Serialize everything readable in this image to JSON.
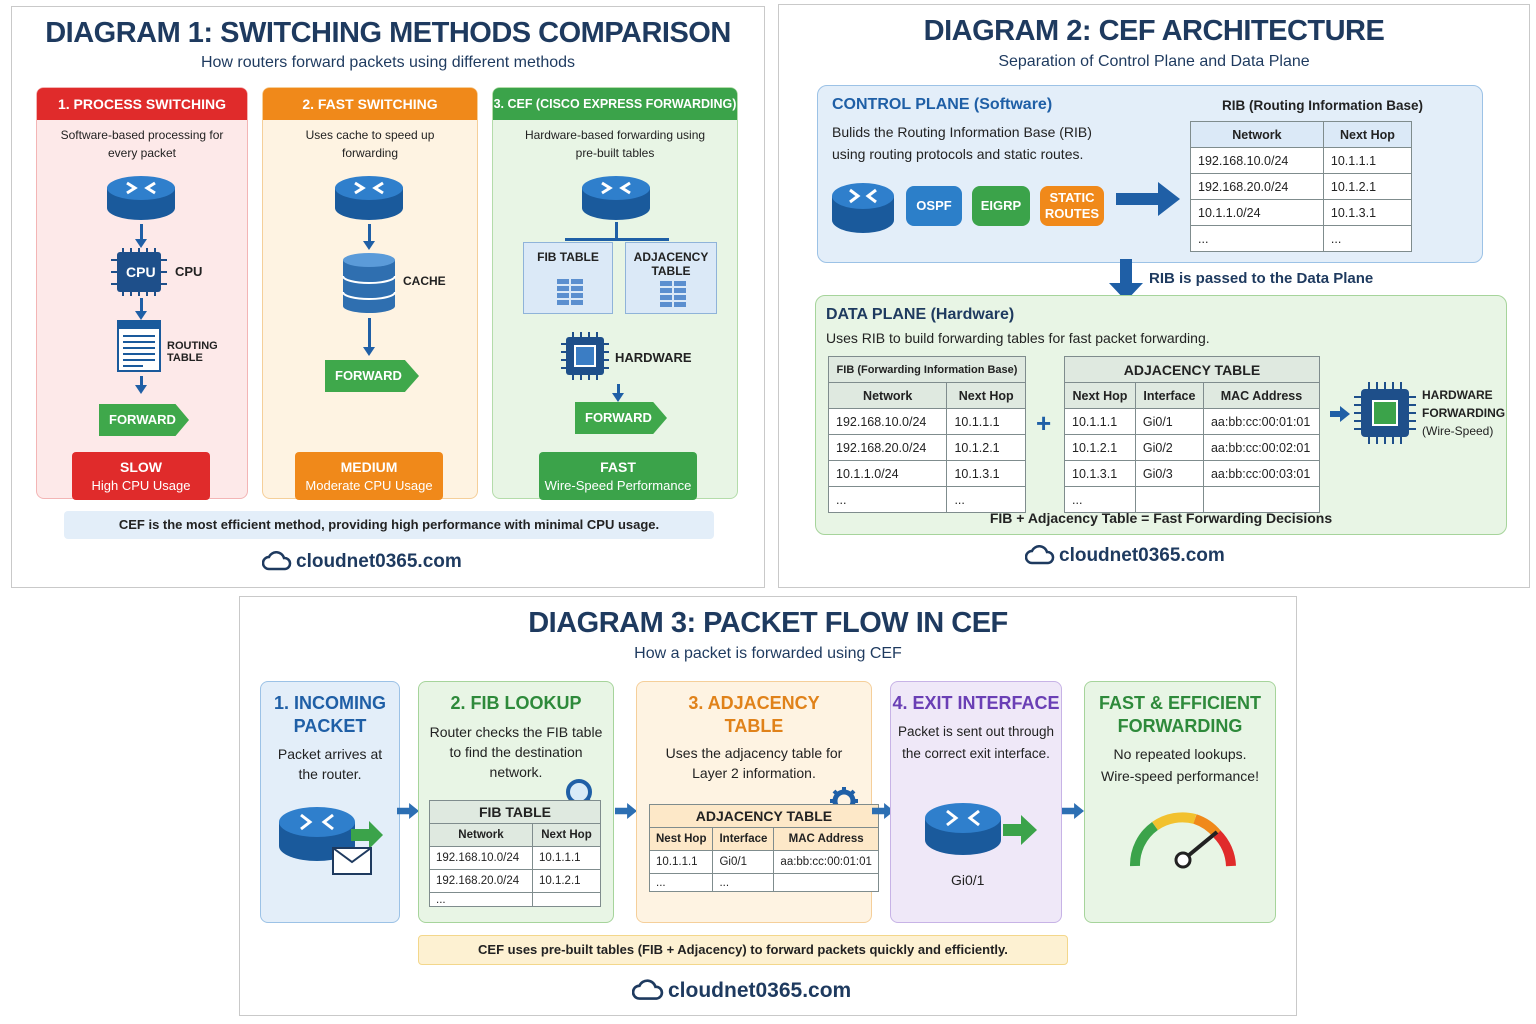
{
  "brand": "cloudnet0365.com",
  "d1": {
    "title": "DIAGRAM 1: SWITCHING METHODS COMPARISON",
    "subtitle": "How routers forward packets using different methods",
    "col1": {
      "head": "1. PROCESS SWITCHING",
      "desc1": "Software-based processing for",
      "desc2": "every packet",
      "cpu_chip": "CPU",
      "cpu": "CPU",
      "routing": "ROUTING TABLE",
      "forward": "FORWARD",
      "speed": "SLOW",
      "speed_sub": "High CPU Usage"
    },
    "col2": {
      "head": "2. FAST SWITCHING",
      "desc1": "Uses cache to speed up",
      "desc2": "forwarding",
      "cache": "CACHE",
      "forward": "FORWARD",
      "speed": "MEDIUM",
      "speed_sub": "Moderate CPU Usage"
    },
    "col3": {
      "head": "3. CEF (CISCO EXPRESS FORWARDING)",
      "desc1": "Hardware-based forwarding using",
      "desc2": "pre-built tables",
      "fib": "FIB TABLE",
      "adj1": "ADJACENCY",
      "adj2": "TABLE",
      "hardware": "HARDWARE",
      "forward": "FORWARD",
      "speed": "FAST",
      "speed_sub": "Wire-Speed Performance"
    },
    "note": "CEF is the most efficient method, providing high performance with minimal CPU usage."
  },
  "d2": {
    "title": "DIAGRAM 2: CEF ARCHITECTURE",
    "subtitle": "Separation of Control Plane and Data Plane",
    "control": {
      "head": "CONTROL PLANE (Software)",
      "desc1": "Bulids the Routing Information Base (RIB)",
      "desc2": "using routing protocols and static routes.",
      "ospf": "OSPF",
      "eigrp": "EIGRP",
      "static1": "STATIC",
      "static2": "ROUTES"
    },
    "rib": {
      "title": "RIB (Routing Information Base)",
      "headers": [
        "Network",
        "Next Hop"
      ],
      "rows": [
        [
          "192.168.10.0/24",
          "10.1.1.1"
        ],
        [
          "192.168.20.0/24",
          "10.1.2.1"
        ],
        [
          "10.1.1.0/24",
          "10.1.3.1"
        ],
        [
          "...",
          "..."
        ]
      ]
    },
    "passed": "RIB is passed to the Data Plane",
    "data": {
      "head": "DATA PLANE (Hardware)",
      "desc": "Uses RIB to build forwarding tables for fast packet forwarding.",
      "hw1": "HARDWARE",
      "hw2": "FORWARDING",
      "hw3": "(Wire-Speed)",
      "plus": "+",
      "footer": "FIB + Adjacency Table = Fast Forwarding Decisions"
    },
    "fib": {
      "title": "FIB (Forwarding Information Base)",
      "headers": [
        "Network",
        "Next Hop"
      ],
      "rows": [
        [
          "192.168.10.0/24",
          "10.1.1.1"
        ],
        [
          "192.168.20.0/24",
          "10.1.2.1"
        ],
        [
          "10.1.1.0/24",
          "10.1.3.1"
        ],
        [
          "...",
          "..."
        ]
      ]
    },
    "adj": {
      "title": "ADJACENCY TABLE",
      "headers": [
        "Next Hop",
        "Interface",
        "MAC Address"
      ],
      "rows": [
        [
          "10.1.1.1",
          "Gi0/1",
          "aa:bb:cc:00:01:01"
        ],
        [
          "10.1.2.1",
          "Gi0/2",
          "aa:bb:cc:00:02:01"
        ],
        [
          "10.1.3.1",
          "Gi0/3",
          "aa:bb:cc:00:03:01"
        ],
        [
          "...",
          "",
          ""
        ]
      ]
    }
  },
  "d3": {
    "title": "DIAGRAM 3: PACKET FLOW IN CEF",
    "subtitle": "How a packet is forwarded using CEF",
    "s1": {
      "t1": "1. INCOMING",
      "t2": "PACKET",
      "x1": "Packet arrives at",
      "x2": "the router."
    },
    "s2": {
      "t1": "2. FIB LOOKUP",
      "x1": "Router checks the FIB table",
      "x2": "to find the destination",
      "x3": "network.",
      "table_title": "FIB TABLE",
      "headers": [
        "Network",
        "Next Hop"
      ],
      "rows": [
        [
          "192.168.10.0/24",
          "10.1.1.1"
        ],
        [
          "192.168.20.0/24",
          "10.1.2.1"
        ],
        [
          "...",
          ""
        ]
      ]
    },
    "s3": {
      "t1": "3. ADJACENCY",
      "t2": "TABLE",
      "x1": "Uses the adjacency table for",
      "x2": "Layer 2 information.",
      "table_title": "ADJACENCY TABLE",
      "headers": [
        "Nest Hop",
        "Interface",
        "MAC Address"
      ],
      "rows": [
        [
          "10.1.1.1",
          "Gi0/1",
          "aa:bb:cc:00:01:01"
        ],
        [
          "...",
          "...",
          ""
        ]
      ]
    },
    "s4": {
      "t1": "4. EXIT INTERFACE",
      "x1": "Packet is sent out through",
      "x2": "the correct exit interface.",
      "iface": "Gi0/1"
    },
    "s5": {
      "t1": "FAST & EFFICIENT",
      "t2": "FORWARDING",
      "x1": "No repeated lookups.",
      "x2": "Wire-speed performance!"
    },
    "note": "CEF uses pre-built tables (FIB + Adjacency) to forward packets quickly and efficiently."
  },
  "colors": {
    "red": "#e02b2b",
    "orange": "#f0891a",
    "green": "#3ba34a",
    "blue": "#1f5fa6",
    "navy": "#1e3a5f",
    "purple": "#6a3fb5"
  }
}
